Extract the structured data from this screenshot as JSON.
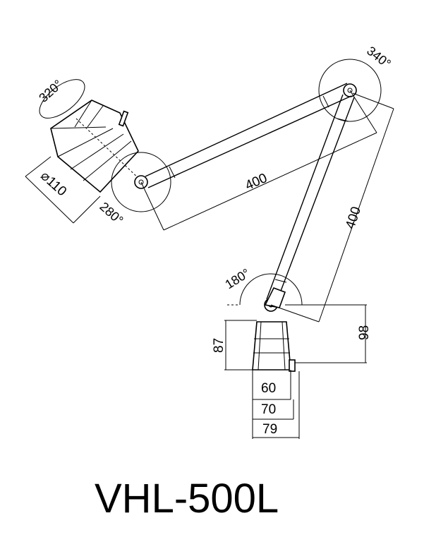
{
  "model": "VHL-500L",
  "angles": {
    "head_rotation": "320°",
    "head_joint": "280°",
    "elbow_joint": "340°",
    "base_joint": "180°"
  },
  "dimensions": {
    "head_diameter": "⌀110",
    "arm_upper": "400",
    "arm_lower": "400",
    "base_height": "87",
    "joint_height": "98",
    "base_width_top": "60",
    "base_width_mid": "70",
    "base_width_bottom": "79"
  }
}
